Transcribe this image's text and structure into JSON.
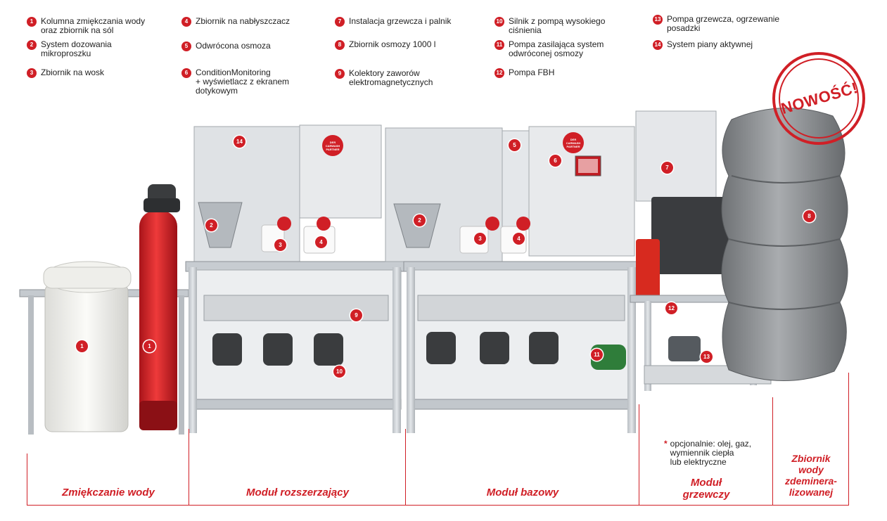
{
  "legend": [
    {
      "num": "1",
      "text": "Kolumna zmiękczania wody\noraz zbiornik na sól"
    },
    {
      "num": "2",
      "text": "System dozowania\nmikroproszku"
    },
    {
      "num": "3",
      "text": "Zbiornik na wosk"
    },
    {
      "num": "4",
      "text": "Zbiornik na nabłyszczacz"
    },
    {
      "num": "5",
      "text": "Odwrócona osmoza"
    },
    {
      "num": "6",
      "text": "ConditionMonitoring\n+ wyświetlacz z ekranem\ndotykowym"
    },
    {
      "num": "7",
      "text": "Instalacja grzewcza i palnik"
    },
    {
      "num": "8",
      "text": "Zbiornik osmozy 1000 l"
    },
    {
      "num": "9",
      "text": "Kolektory zaworów\nelektromagnetycznych"
    },
    {
      "num": "10",
      "text": "Silnik z pompą wysokiego\nciśnienia"
    },
    {
      "num": "11",
      "text": "Pompa zasilająca system\nodwróconej osmozy"
    },
    {
      "num": "12",
      "text": "Pompa FBH"
    },
    {
      "num": "13",
      "text": "Pompa grzewcza, ogrzewanie\nposadzki"
    },
    {
      "num": "14",
      "text": "System piany aktywnej"
    }
  ],
  "markers": [
    "1",
    "1",
    "14",
    "2",
    "3",
    "4",
    "9",
    "10",
    "2",
    "5",
    "6",
    "3",
    "4",
    "11",
    "7",
    "8",
    "12",
    "13"
  ],
  "stamp": "NOWOŚĆ!",
  "badge_text": "DER CARWASH\nPARTNER",
  "optional_note": {
    "asterisk": "*",
    "text": "opcjonalnie: olej, gaz,\nwymiennik ciepła\nlub elektryczne"
  },
  "sections": [
    {
      "label": "Zmiękczanie wody"
    },
    {
      "label": "Moduł rozszerzający"
    },
    {
      "label": "Moduł bazowy"
    },
    {
      "label": "Moduł\ngrzewczy"
    },
    {
      "label": "Zbiornik\nwody\nzdeminera-\nlizowanej"
    }
  ],
  "colors": {
    "accent": "#d01f26",
    "steel": "#c9ced3",
    "tank": "#8e9194",
    "softener": "#e02a2a"
  }
}
